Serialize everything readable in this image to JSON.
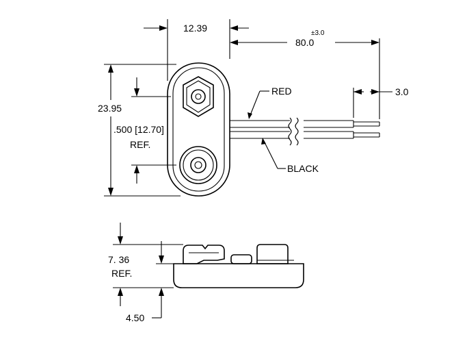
{
  "dimensions": {
    "width_top": "12.39",
    "lead_length": "80.0",
    "lead_tolerance": "±3.0",
    "strip_length": "3.0",
    "overall_height": "23.95",
    "spacing_ref_line1": ".500 [12.70]",
    "spacing_ref_line2": "REF.",
    "side_height_line1": "7. 36",
    "side_height_line2": "REF.",
    "base_thickness": "4.50"
  },
  "labels": {
    "red_wire": "RED",
    "black_wire": "BLACK"
  },
  "colors": {
    "line": "#000000",
    "background": "#ffffff"
  }
}
